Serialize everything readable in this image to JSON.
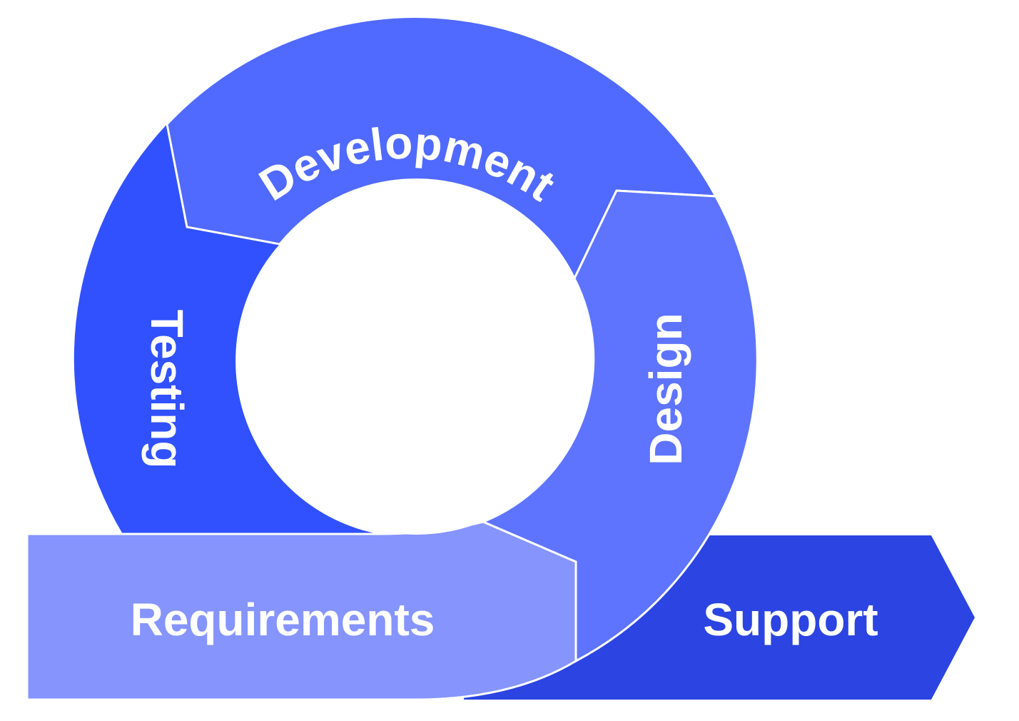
{
  "stages": {
    "requirements": {
      "label": "Requirements",
      "color": "#8694FD"
    },
    "design": {
      "label": "Design",
      "color": "#5E74FE"
    },
    "development": {
      "label": "Development",
      "color": "#5069FE"
    },
    "testing": {
      "label": "Testing",
      "color": "#3151FF"
    },
    "support": {
      "label": "Support",
      "color": "#2B44E2"
    }
  },
  "colors": {
    "separator": "#ffffff",
    "background": "#ffffff"
  }
}
